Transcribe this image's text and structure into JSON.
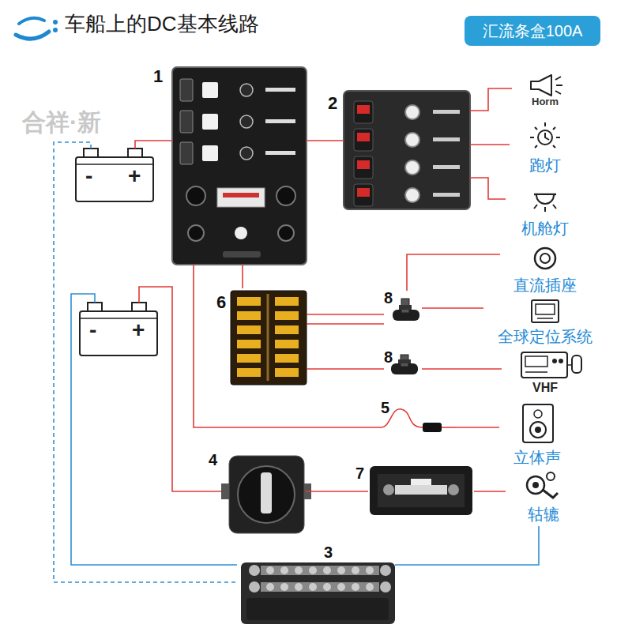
{
  "diagram": {
    "title": "车船上的DC基本线路",
    "nodes": [
      {
        "text": [
          "汇流条盒100A"
        ]
      },
      {
        "text": [
          "-",
          "+"
        ]
      },
      {
        "text": [
          "1"
        ]
      },
      {
        "text": [
          "2"
        ]
      },
      {
        "text": [
          "Horm"
        ]
      },
      {
        "text": [
          "跑灯"
        ]
      },
      {
        "text": [
          "机舱灯"
        ]
      },
      {
        "text": [
          "直流插座"
        ]
      },
      {
        "text": [
          "全球定位系统"
        ]
      },
      {
        "text": [
          "VHF"
        ]
      },
      {
        "text": [
          "-",
          "+"
        ]
      },
      {
        "text": [
          "6"
        ]
      },
      {
        "text": [
          "8"
        ]
      },
      {
        "text": [
          "8"
        ]
      },
      {
        "text": [
          "5"
        ]
      },
      {
        "text": [
          "立体声"
        ]
      },
      {
        "text": [
          "4"
        ]
      },
      {
        "text": [
          "7"
        ]
      },
      {
        "text": [
          "轱辘"
        ]
      },
      {
        "text": [
          "3"
        ]
      }
    ],
    "edges": [
      {
        "from": 1,
        "to": 2,
        "arrow": "none"
      },
      {
        "from": 1,
        "to": 19,
        "arrow": "none"
      },
      {
        "from": 2,
        "to": 3,
        "arrow": "none"
      },
      {
        "from": 3,
        "to": 4,
        "arrow": "none"
      },
      {
        "from": 3,
        "to": 5,
        "arrow": "none"
      },
      {
        "from": 3,
        "to": 6,
        "arrow": "none"
      },
      {
        "from": 2,
        "to": 11,
        "arrow": "none"
      },
      {
        "from": 2,
        "to": 14,
        "arrow": "none"
      },
      {
        "from": 11,
        "to": 12,
        "arrow": "none"
      },
      {
        "from": 11,
        "to": 12,
        "arrow": "none"
      },
      {
        "from": 11,
        "to": 13,
        "arrow": "none"
      },
      {
        "from": 12,
        "to": 7,
        "arrow": "none"
      },
      {
        "from": 12,
        "to": 8,
        "arrow": "none"
      },
      {
        "from": 13,
        "to": 9,
        "arrow": "none"
      },
      {
        "from": 14,
        "to": 15,
        "arrow": "none"
      },
      {
        "from": 10,
        "to": 16,
        "arrow": "none"
      },
      {
        "from": 10,
        "to": 19,
        "arrow": "none"
      },
      {
        "from": 16,
        "to": 17,
        "arrow": "none"
      },
      {
        "from": 17,
        "to": 18,
        "arrow": "none"
      },
      {
        "from": 18,
        "to": 19,
        "arrow": "none"
      }
    ],
    "labels": [
      "合祥·新"
    ]
  }
}
